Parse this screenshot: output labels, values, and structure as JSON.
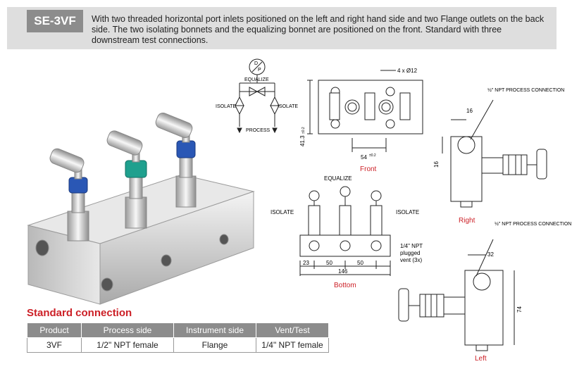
{
  "header": {
    "model": "SE-3VF",
    "description": "With two threaded horizontal port inlets positioned on the left and right hand side and two Flange outlets on the back side.  The two isolating bonnets and the equalizing bonnet are positioned on the front. Standard with three downstream test connections."
  },
  "schematic": {
    "dp": "D",
    "dp2": "P",
    "equalize": "EQUALIZE",
    "isolate_left": "ISOLATE",
    "isolate_right": "ISOLATE",
    "process": "PROCESS"
  },
  "front_view": {
    "holes": "4 x Ø12",
    "height": "41.3",
    "height_tol": "±0.2",
    "width": "54",
    "width_tol": "±0.2",
    "label": "Front"
  },
  "right_view": {
    "process_conn": "½\" NPT PROCESS CONNECTION",
    "dim_top": "16",
    "dim_side": "16",
    "label": "Right"
  },
  "bottom_view": {
    "equalize": "EQUALIZE",
    "isolate_left": "ISOLATE",
    "isolate_right": "ISOLATE",
    "vent_line1": "1/4\" NPT",
    "vent_line2": "plugged",
    "vent_line3": "vent (3x)",
    "dim_a": "23",
    "dim_b": "50",
    "dim_c": "50",
    "dim_total": "146",
    "label": "Bottom"
  },
  "left_view": {
    "process_conn": "½\" NPT PROCESS CONNECTION",
    "dim_top": "32",
    "dim_side": "74",
    "label": "Left"
  },
  "standard": {
    "title": "Standard connection",
    "headers": [
      "Product",
      "Process side",
      "Instrument side",
      "Vent/Test"
    ],
    "row": [
      "3VF",
      "1/2\" NPT female",
      "Flange",
      "1/4\" NPT female"
    ]
  },
  "colors": {
    "accent": "#cc2027",
    "header_bg": "#dedede",
    "tag_bg": "#8c8c8c"
  }
}
